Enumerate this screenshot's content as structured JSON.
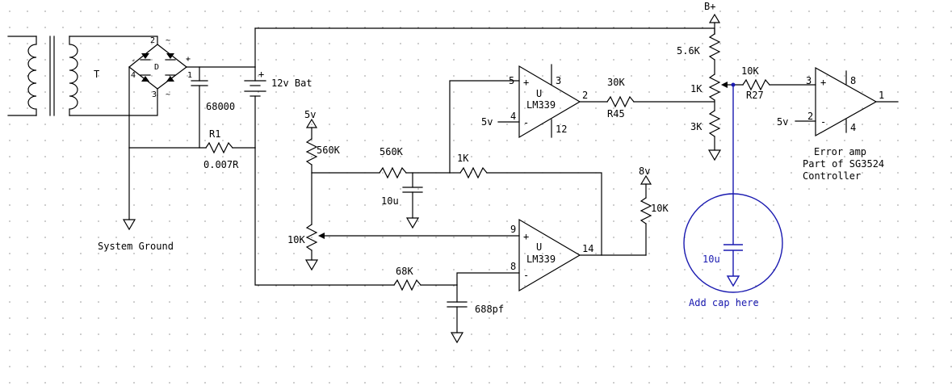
{
  "transformer": {
    "ref": "T"
  },
  "bridge": {
    "ref": "D",
    "pin_1": "1",
    "pin_2": "2",
    "pin_3": "3",
    "pin_4": "4",
    "plus": "+",
    "minus": "-",
    "ac_a": "~",
    "ac_b": "~"
  },
  "filter_cap": {
    "value": "68000"
  },
  "battery": {
    "label": "12v Bat",
    "plus": "+"
  },
  "shunt": {
    "ref": "R1",
    "value": "0.007R"
  },
  "ground_label": "System Ground",
  "supply_5v_a": "5v",
  "supply_5v_b": "5v",
  "supply_5v_c": "5v",
  "supply_8v": "8v",
  "supply_bplus": "B+",
  "r_560k_pullup": "560K",
  "r_560k_series": "560K",
  "cap_10u_filter": "10u",
  "r_1k_feedback": "1K",
  "pot_10k": "10K",
  "r_68k": "68K",
  "cap_688pf": "688pf",
  "comp_upper": {
    "ref": "U",
    "part": "LM339",
    "pin_plus": "5",
    "pin_minus": "4",
    "pin_out": "2",
    "pin_vcc": "3",
    "pin_gnd": "12",
    "plus_sign": "+",
    "minus_sign": "-"
  },
  "comp_lower": {
    "ref": "U",
    "part": "LM339",
    "pin_plus": "9",
    "pin_minus": "8",
    "pin_out": "14",
    "plus_sign": "+",
    "minus_sign": "-"
  },
  "r45": {
    "value": "30K",
    "ref": "R45"
  },
  "r_10k_pullup": "10K",
  "divider": {
    "top": "5.6K",
    "wiper": "1K",
    "bottom": "3K"
  },
  "r27": {
    "value": "10K",
    "ref": "R27"
  },
  "error_amp": {
    "pin_plus": "3",
    "pin_minus": "2",
    "pin_out": "1",
    "pin_top": "8",
    "pin_bottom": "4",
    "plus_sign": "+",
    "minus_sign": "-",
    "line1": "Error amp",
    "line2": "Part of SG3524",
    "line3": "Controller"
  },
  "added_cap": {
    "value": "10u",
    "note": "Add cap here"
  },
  "colors": {
    "wire": "#000000",
    "annotation": "#1a1ab0",
    "grid_dot": "#555555"
  }
}
